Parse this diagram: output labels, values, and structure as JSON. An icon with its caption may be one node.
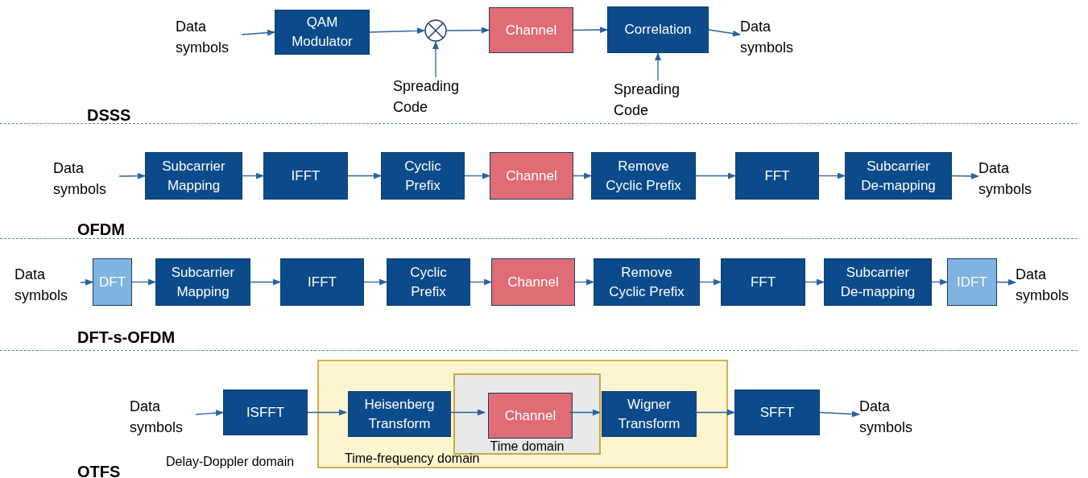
{
  "diagram": {
    "nodes": [
      {
        "text": [
          "Data symbols"
        ]
      },
      {
        "text": [
          "QAM Modulator"
        ]
      },
      {
        "text": [],
        "shape": "circle"
      },
      {
        "text": [
          "Channel"
        ]
      },
      {
        "text": [
          "Correlation"
        ]
      },
      {
        "text": [
          "Data symbols"
        ]
      },
      {
        "text": [
          "Spreading Code"
        ]
      },
      {
        "text": [
          "Spreading Code"
        ]
      },
      {
        "text": [
          "Data symbols"
        ]
      },
      {
        "text": [
          "Subcarrier Mapping"
        ]
      },
      {
        "text": [
          "IFFT"
        ]
      },
      {
        "text": [
          "Cyclic Prefix"
        ]
      },
      {
        "text": [
          "Channel"
        ]
      },
      {
        "text": [
          "Remove Cyclic Prefix"
        ]
      },
      {
        "text": [
          "FFT"
        ]
      },
      {
        "text": [
          "Subcarrier De-mapping"
        ]
      },
      {
        "text": [
          "Data symbols"
        ]
      },
      {
        "text": [
          "Data symbols"
        ]
      },
      {
        "text": [
          "DFT"
        ]
      },
      {
        "text": [
          "Subcarrier Mapping"
        ]
      },
      {
        "text": [
          "IFFT"
        ]
      },
      {
        "text": [
          "Cyclic Prefix"
        ]
      },
      {
        "text": [
          "Channel"
        ]
      },
      {
        "text": [
          "Remove Cyclic Prefix"
        ]
      },
      {
        "text": [
          "FFT"
        ]
      },
      {
        "text": [
          "Subcarrier De-mapping"
        ]
      },
      {
        "text": [
          "IDFT"
        ]
      },
      {
        "text": [
          "Data symbols"
        ]
      },
      {
        "text": [
          "Data symbols"
        ]
      },
      {
        "text": [
          "ISFFT"
        ]
      },
      {
        "text": [
          "Time-frequency domain"
        ]
      },
      {
        "text": [
          "Heisenberg Transform"
        ],
        "in": 30
      },
      {
        "text": [
          "Time domain"
        ],
        "in": 30
      },
      {
        "text": [
          "Channel"
        ],
        "in": 32
      },
      {
        "text": [
          "Wigner Transform"
        ],
        "in": 30
      },
      {
        "text": [
          "SFFT"
        ]
      },
      {
        "text": [
          "Data symbols"
        ]
      }
    ],
    "edges": [
      {
        "from": 0,
        "to": 1,
        "arrow": "to"
      },
      {
        "from": 1,
        "to": 2,
        "arrow": "to"
      },
      {
        "from": 2,
        "to": 3,
        "arrow": "to"
      },
      {
        "from": 3,
        "to": 4,
        "arrow": "to"
      },
      {
        "from": 4,
        "to": 5,
        "arrow": "to"
      },
      {
        "from": 6,
        "to": 2,
        "arrow": "to"
      },
      {
        "from": 7,
        "to": 4,
        "arrow": "to"
      },
      {
        "from": 8,
        "to": 9,
        "arrow": "to"
      },
      {
        "from": 9,
        "to": 10,
        "arrow": "to"
      },
      {
        "from": 10,
        "to": 11,
        "arrow": "to"
      },
      {
        "from": 11,
        "to": 12,
        "arrow": "to"
      },
      {
        "from": 12,
        "to": 13,
        "arrow": "to"
      },
      {
        "from": 13,
        "to": 14,
        "arrow": "to"
      },
      {
        "from": 14,
        "to": 15,
        "arrow": "to"
      },
      {
        "from": 15,
        "to": 16,
        "arrow": "to"
      },
      {
        "from": 17,
        "to": 18,
        "arrow": "to"
      },
      {
        "from": 18,
        "to": 19,
        "arrow": "to"
      },
      {
        "from": 19,
        "to": 20,
        "arrow": "to"
      },
      {
        "from": 20,
        "to": 21,
        "arrow": "to"
      },
      {
        "from": 21,
        "to": 22,
        "arrow": "to"
      },
      {
        "from": 22,
        "to": 23,
        "arrow": "to"
      },
      {
        "from": 23,
        "to": 24,
        "arrow": "to"
      },
      {
        "from": 24,
        "to": 25,
        "arrow": "to"
      },
      {
        "from": 25,
        "to": 26,
        "arrow": "to"
      },
      {
        "from": 26,
        "to": 27,
        "arrow": "to"
      },
      {
        "from": 28,
        "to": 29,
        "arrow": "to"
      },
      {
        "from": 29,
        "to": 31,
        "arrow": "to"
      },
      {
        "from": 31,
        "to": 33,
        "arrow": "to"
      },
      {
        "from": 33,
        "to": 34,
        "arrow": "to"
      },
      {
        "from": 34,
        "to": 35,
        "arrow": "to"
      },
      {
        "from": 35,
        "to": 36,
        "arrow": "to"
      }
    ],
    "labels": [
      "DSSS",
      "OFDM",
      "DFT-s-OFDM",
      "Delay-Doppler domain",
      "OTFS"
    ]
  }
}
